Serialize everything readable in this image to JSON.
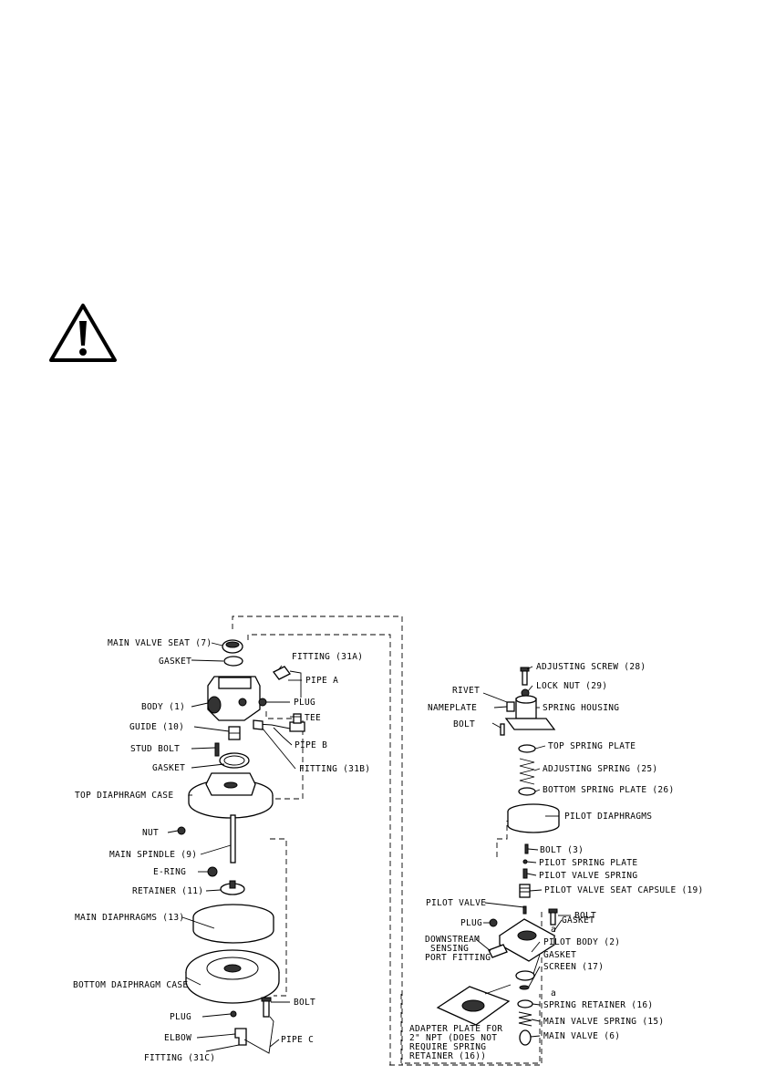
{
  "icons": {
    "warning": "warning-triangle-icon"
  },
  "left_labels": {
    "main_valve_seat": "MAIN VALVE SEAT (7)",
    "gasket_top": "GASKET",
    "fitting_31a": "FITTING (31A)",
    "pipe_a": "PIPE A",
    "body": "BODY (1)",
    "plug_top": "PLUG",
    "guide": "GUIDE (10)",
    "tee": "TEE",
    "stud_bolt": "STUD BOLT",
    "pipe_b": "PIPE B",
    "gasket_mid": "GASKET",
    "fitting_31b": "FITTING (31B)",
    "top_diaphragm_case": "TOP DIAPHRAGM CASE",
    "nut": "NUT",
    "main_spindle": "MAIN SPINDLE (9)",
    "e_ring": "E-RING",
    "retainer": "RETAINER (11)",
    "main_diaphragms": "MAIN DIAPHRAGMS (13)",
    "bottom_diaphragm_case": "BOTTOM DAIPHRAGM CASE",
    "bolt_bottom": "BOLT",
    "plug_bottom": "PLUG",
    "elbow": "ELBOW",
    "pipe_c": "PIPE C",
    "fitting_31c": "FITTING (31C)"
  },
  "right_labels": {
    "adjusting_screw": "ADJUSTING SCREW (28)",
    "lock_nut": "LOCK NUT (29)",
    "rivet": "RIVET",
    "nameplate": "NAMEPLATE",
    "spring_housing": "SPRING HOUSING",
    "bolt_top": "BOLT",
    "top_spring_plate": "TOP SPRING PLATE",
    "adjusting_spring": "ADJUSTING SPRING (25)",
    "bottom_spring_plate": "BOTTOM SPRING PLATE (26)",
    "pilot_diaphragms": "PILOT DIAPHRAGMS",
    "bolt_3": "BOLT (3)",
    "pilot_spring_plate": "PILOT SPRING PLATE",
    "pilot_valve_spring": "PILOT VALVE SPRING",
    "pilot_valve_seat_capsule": "PILOT VALVE SEAT CAPSULE (19)",
    "pilot_valve": "PILOT VALVE",
    "bolt_mid": "BOLT",
    "plug": "PLUG",
    "gasket_mid": "GASKET",
    "downstream_1": "DOWNSTREAM",
    "downstream_2": "SENSING",
    "downstream_3": "PORT FITTING",
    "pilot_body": "PILOT BODY (2)",
    "gasket_low": "GASKET",
    "screen": "SCREEN (17)",
    "spring_retainer": "SPRING RETAINER (16)",
    "main_valve_spring": "MAIN VALVE SPRING (15)",
    "main_valve": "MAIN VALVE (6)",
    "adapter_1": "ADAPTER PLATE FOR",
    "adapter_2": "2\" NPT (DOES NOT",
    "adapter_3": "REQUIRE SPRING",
    "adapter_4": "RETAINER (16))",
    "marker_a1": "a",
    "marker_a2": "a"
  }
}
